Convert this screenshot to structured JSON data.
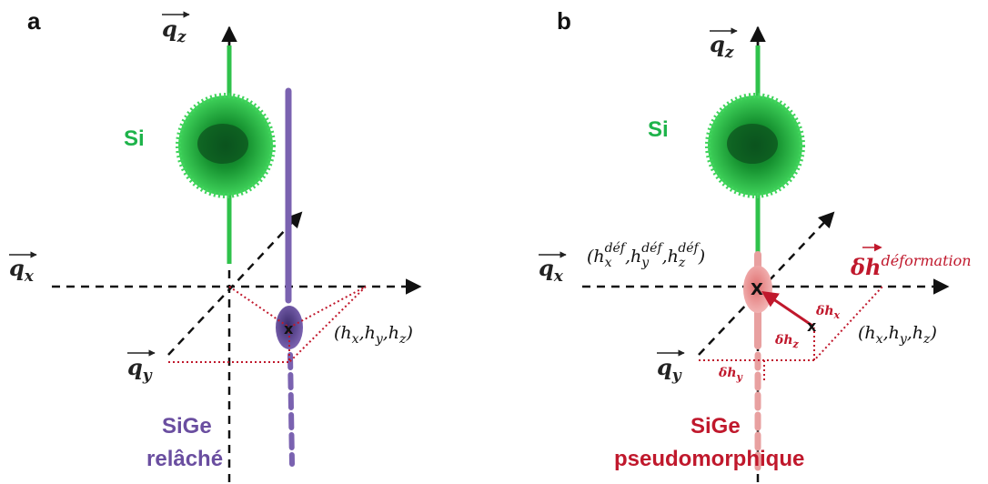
{
  "panel_a": {
    "letter": "a",
    "qz_label": "q",
    "qz_sub": "z",
    "qx_label": "q",
    "qx_sub": "x",
    "qy_label": "q",
    "qy_sub": "y",
    "si_label": "Si",
    "sige_line1": "SiGe",
    "sige_line2": "relâché",
    "point_marker": "x",
    "coord_prefix": "(h",
    "coord_sub_x": "x",
    "coord_mid1": ",h",
    "coord_sub_y": "y",
    "coord_mid2": ",h",
    "coord_sub_z": "z",
    "coord_suffix": ")"
  },
  "panel_b": {
    "letter": "b",
    "qz_label": "q",
    "qz_sub": "z",
    "qx_label": "q",
    "qx_sub": "x",
    "qy_label": "q",
    "qy_sub": "y",
    "si_label": "Si",
    "sige_line1": "SiGe",
    "sige_line2": "pseudomorphique",
    "point_marker_strained": "X",
    "point_marker_relaxed": "x",
    "def_coord_prefix": "(h",
    "def_sub_x": "x",
    "def_sup": "déf",
    "def_mid1": ",h",
    "def_sub_y": "y",
    "def_mid2": ",h",
    "def_sub_z": "z",
    "def_suffix": ")",
    "coord_prefix": "(h",
    "coord_sub_x": "x",
    "coord_mid1": ",h",
    "coord_sub_y": "y",
    "coord_mid2": ",h",
    "coord_sub_z": "z",
    "coord_suffix": ")",
    "delta_main": "δh",
    "delta_sup": "déformation",
    "dhx": "δh",
    "dhx_sub": "x",
    "dhz": "δh",
    "dhz_sub": "z",
    "dhy": "δh",
    "dhy_sub": "y"
  },
  "colors": {
    "si_green": "#1db34a",
    "sige_purple": "#6a4ea0",
    "sige_pink": "#e8a0a0",
    "strain_red": "#c0182c",
    "axis_black": "#111111"
  }
}
